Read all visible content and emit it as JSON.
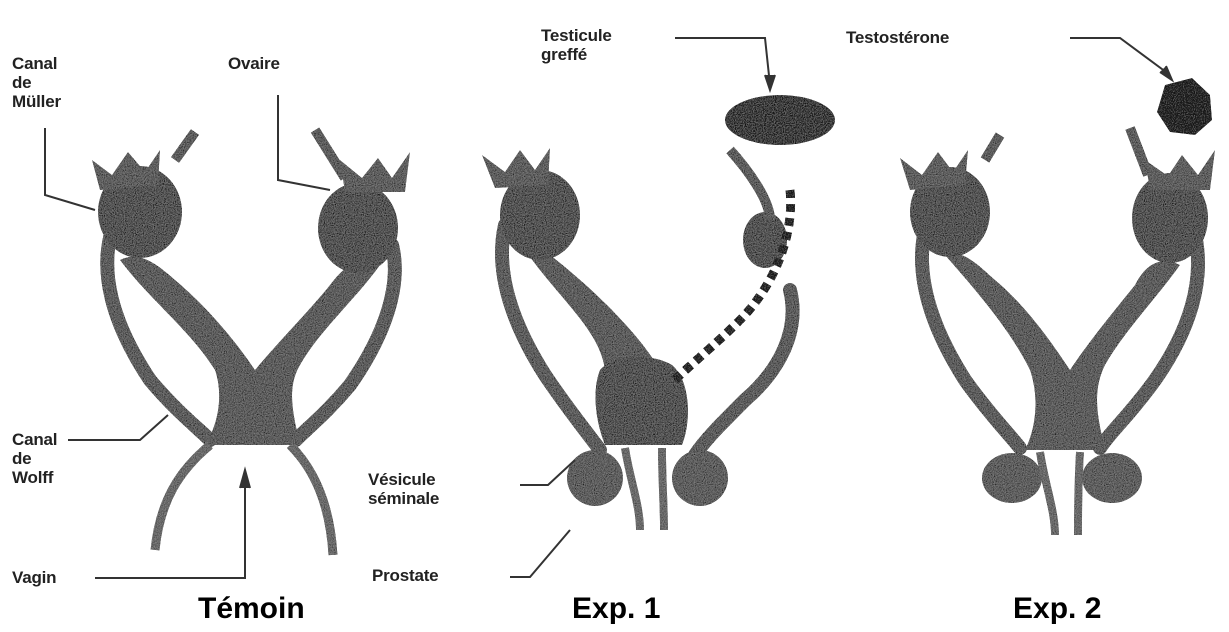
{
  "colors": {
    "tissue": "#7a7a7a",
    "tissue_dark": "#555555",
    "line": "#333333",
    "background": "#ffffff"
  },
  "captions": [
    "Témoin",
    "Exp. 1",
    "Exp. 2"
  ],
  "labels": {
    "canal_muller": "Canal\nde\nMüller",
    "ovaire": "Ovaire",
    "canal_wolff": "Canal\nde\nWolff",
    "vagin": "Vagin",
    "testicule_greffe": "Testicule\ngreffé",
    "vesicule_seminale": "Vésicule\nséminale",
    "prostate": "Prostate",
    "testosterone": "Testostérone"
  }
}
